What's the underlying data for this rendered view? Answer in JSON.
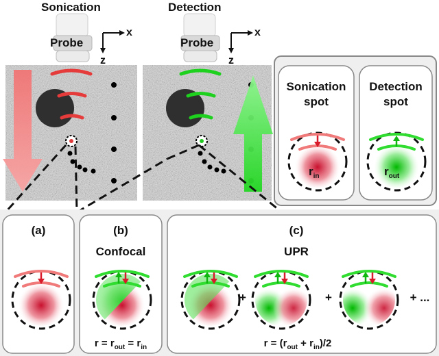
{
  "top": {
    "sonication_title": "Sonication",
    "detection_title": "Detection",
    "probe_label": "Probe",
    "axis_x": "x",
    "axis_z": "z"
  },
  "spots": {
    "sonication": {
      "line1": "Sonication",
      "line2": "spot",
      "radius_main": "r",
      "radius_sub": "in"
    },
    "detection": {
      "line1": "Detection",
      "line2": "spot",
      "radius_main": "r",
      "radius_sub": "out"
    }
  },
  "panels": {
    "a": {
      "label": "(a)"
    },
    "b": {
      "label": "(b)",
      "title": "Confocal",
      "eq_r": "r",
      "eq_eq": " = ",
      "eq_r1": "r",
      "eq_sub1": "out",
      "eq_eq2": " = ",
      "eq_r2": "r",
      "eq_sub2": "in"
    },
    "c": {
      "label": "(c)",
      "title": "UPR",
      "eq_prefix": "r = (",
      "eq_r1": "r",
      "eq_sub1": "out",
      "eq_plus": " + ",
      "eq_r2": "r",
      "eq_sub2": "in",
      "eq_suffix": ")/2",
      "plus": "+",
      "ellipsis": "+ ..."
    }
  },
  "colors": {
    "sonication": "#e03a3a",
    "detection": "#22c922",
    "panel_bg": "#efefef",
    "arrow_red": "#f3696a",
    "arrow_green": "#33dd33"
  }
}
